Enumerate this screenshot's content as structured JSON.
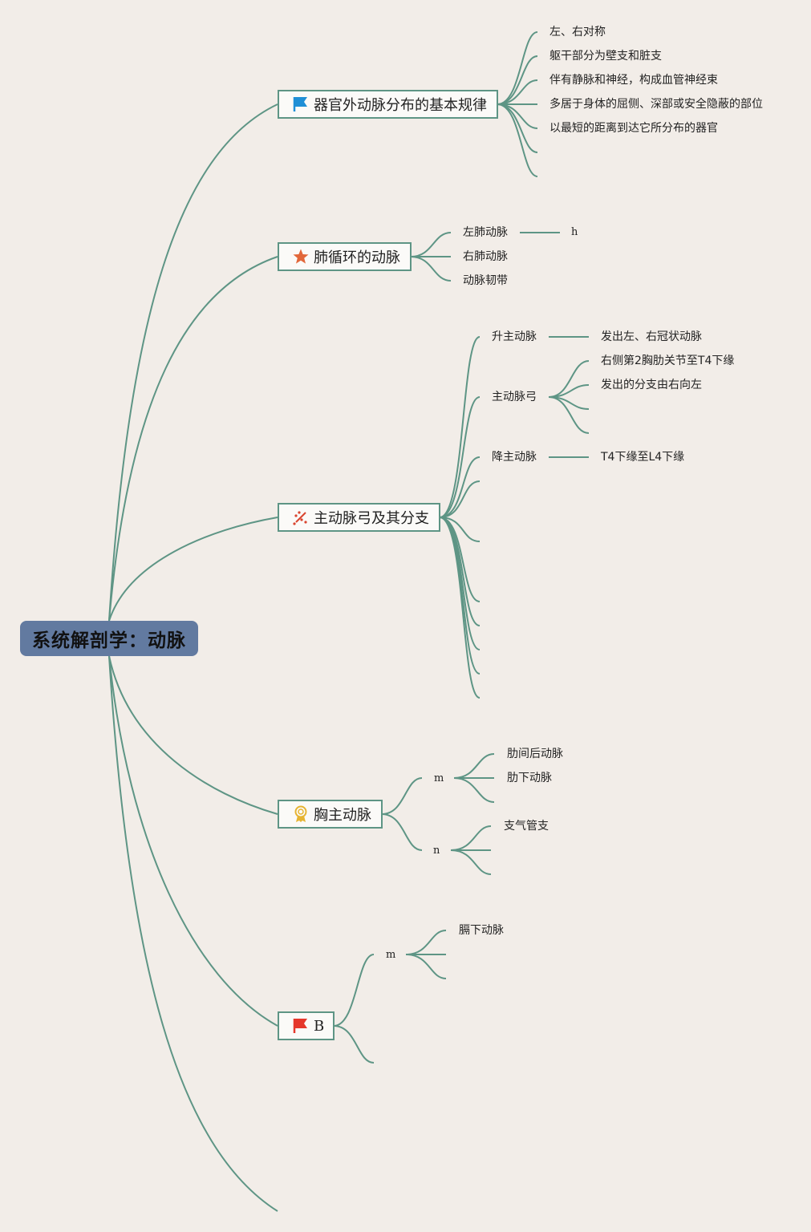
{
  "root": {
    "label": "系统解剖学：动脉"
  },
  "branches": {
    "b1": {
      "label": "器官外动脉分布的基本规律",
      "icon": "blue-flag-icon",
      "items": [
        "左、右对称",
        "躯干部分为壁支和脏支",
        "伴有静脉和神经，构成血管神经束",
        "多居于身体的屈侧、深部或安全隐蔽的部位",
        "以最短的距离到达它所分布的器官"
      ]
    },
    "b2": {
      "label": "肺循环的动脉",
      "icon": "star-icon",
      "items": [
        "左肺动脉",
        "右肺动脉",
        "动脉韧带"
      ],
      "left_pulmonary_child": "h"
    },
    "b3": {
      "label": "主动脉弓及其分支",
      "icon": "wand-icon",
      "ascending": {
        "label": "升主动脉",
        "child": "发出左、右冠状动脉"
      },
      "arch": {
        "label": "主动脉弓",
        "children": [
          "右侧第2胸肋关节至T4下缘",
          "发出的分支由右向左"
        ]
      },
      "descending": {
        "label": "降主动脉",
        "child": "T4下缘至L4下缘"
      }
    },
    "b4": {
      "label": "胸主动脉",
      "icon": "medal-icon",
      "m": {
        "label": "m",
        "children": [
          "肋间后动脉",
          "肋下动脉"
        ]
      },
      "n": {
        "label": "n",
        "children": [
          "支气管支"
        ]
      }
    },
    "b5": {
      "label": "B",
      "icon": "red-flag-icon",
      "m": {
        "label": "m",
        "children": [
          "膈下动脉"
        ]
      }
    }
  },
  "colors": {
    "line": "#5e9585",
    "root_bg": "#627aa0",
    "background": "#f2ede8"
  }
}
